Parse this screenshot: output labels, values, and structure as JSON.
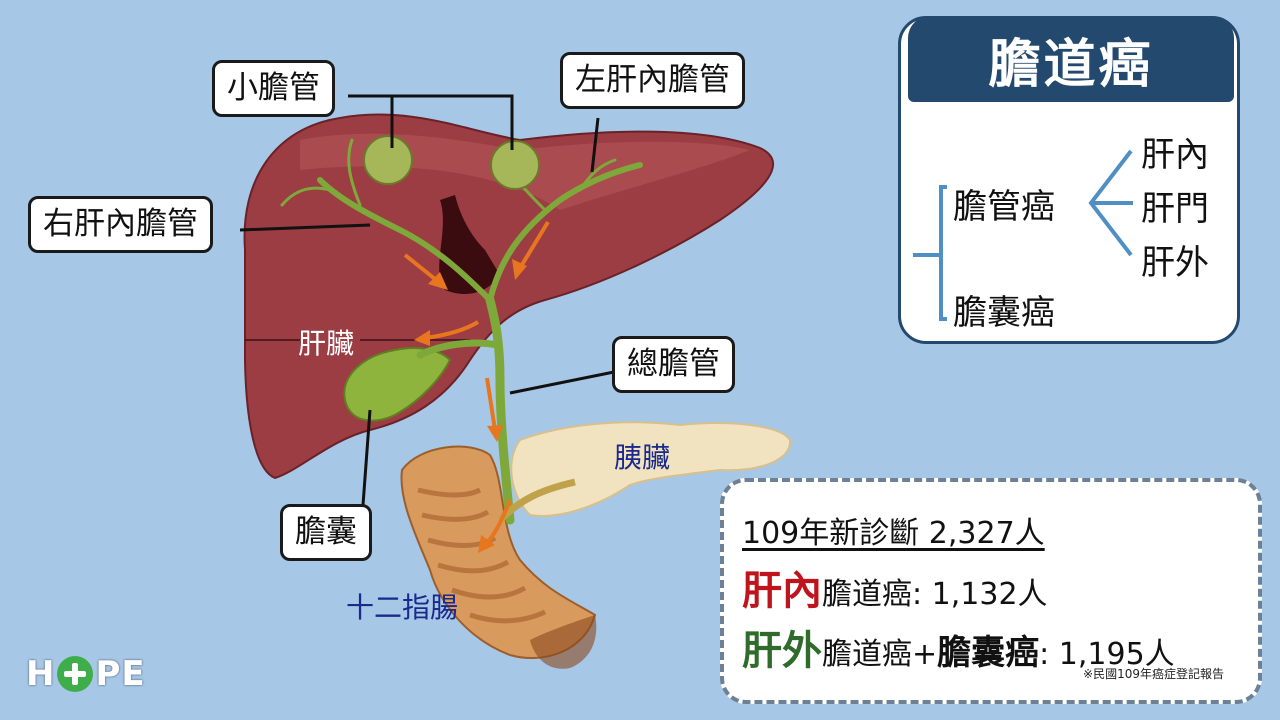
{
  "diagram": {
    "labels": {
      "small_duct": "小膽管",
      "left_duct": "左肝內膽管",
      "right_duct": "右肝內膽管",
      "common_duct": "總膽管",
      "gallbladder": "膽囊"
    },
    "organs": {
      "liver": "肝臟",
      "pancreas": "胰臟",
      "duodenum": "十二指腸"
    },
    "colors": {
      "background": "#a7c7e7",
      "liver": "#9c3d43",
      "bile_duct": "#7fa83a",
      "arrow": "#e8761f",
      "pancreas": "#f2e3c0",
      "duodenum": "#d99a5e",
      "dark_blue_text": "#1a2a8c"
    }
  },
  "classification": {
    "title": "膽道癌",
    "main": "膽管癌",
    "sub": [
      "肝內",
      "肝門",
      "肝外"
    ],
    "other": "膽囊癌",
    "header_color": "#24496e",
    "bracket_color": "#4f8fc4"
  },
  "stats": {
    "line1": "109年新診斷 2,327人",
    "line2": {
      "big": "肝內",
      "rest": "膽道癌: 1,132人"
    },
    "line3": {
      "big": "肝外",
      "mid": "膽道癌+",
      "bold": "膽囊癌",
      "rest": ": 1,195人"
    },
    "source": "※民國109年癌症登記報告"
  },
  "logo": {
    "left": "H",
    "right": "PE"
  }
}
